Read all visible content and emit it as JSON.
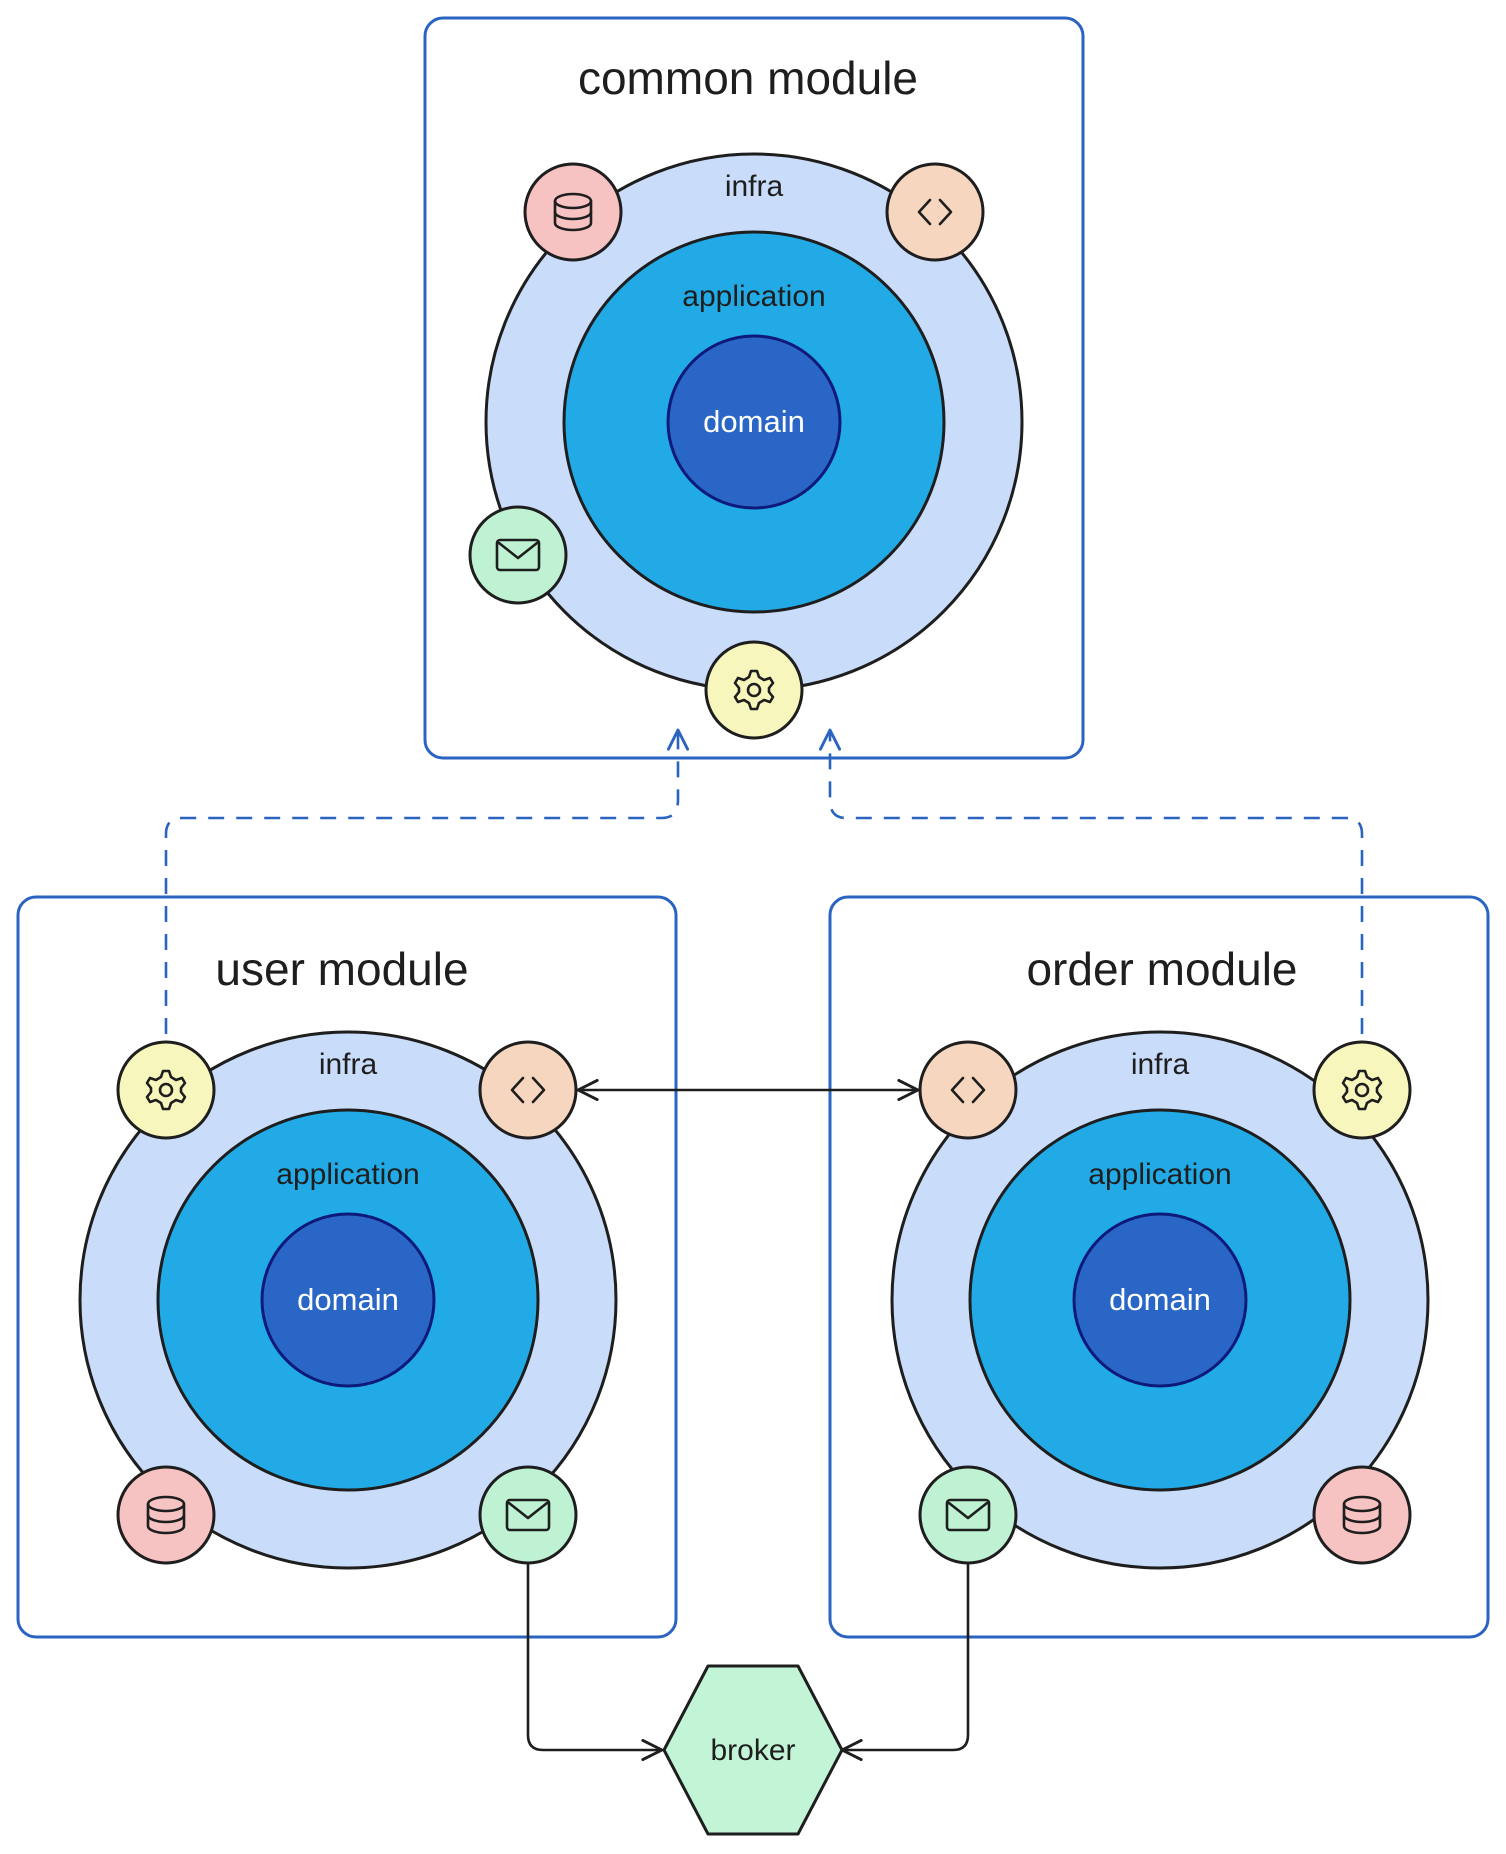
{
  "colors": {
    "module_border": "#2a64c0",
    "infra_ring": "#c9dcfa",
    "application_ring": "#22aae6",
    "domain_core": "#2a66c6",
    "domain_stroke": "#0d1a7a",
    "outline": "#1e1e1e",
    "db_badge": "#f6c2c2",
    "api_badge": "#f7d6bf",
    "mail_badge": "#bff2d3",
    "settings_badge": "#f6f6bd",
    "broker_fill": "#c2f4d6",
    "dependency_line": "#2a64c0"
  },
  "modules": {
    "common": {
      "title": "common module",
      "infra": "infra",
      "application": "application",
      "domain": "domain"
    },
    "user": {
      "title": "user module",
      "infra": "infra",
      "application": "application",
      "domain": "domain"
    },
    "order": {
      "title": "order module",
      "infra": "infra",
      "application": "application",
      "domain": "domain"
    }
  },
  "icons": {
    "database": "database-icon",
    "api": "code-brackets-icon",
    "messaging": "mail-icon",
    "config": "gear-icon"
  },
  "broker": {
    "label": "broker"
  }
}
